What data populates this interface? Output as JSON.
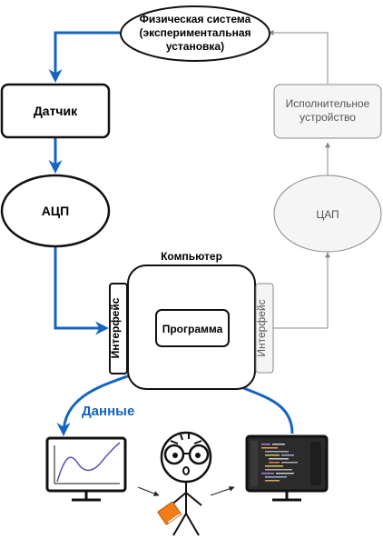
{
  "nodes": {
    "physical_system": [
      "Физическая система",
      "(экспериментальная",
      "установка)"
    ],
    "sensor": "Датчик",
    "adc": "АЦП",
    "computer": "Компьютер",
    "interface_left": "Интерфейс",
    "program": "Программа",
    "interface_right": "Интерфейс",
    "dac": "ЦАП",
    "actuator": [
      "Исполнительное",
      "устройство"
    ]
  },
  "labels": {
    "data": "Данные"
  },
  "colors": {
    "flow_blue": "#1565c0",
    "inactive_gray": "#888888",
    "inactive_fill": "#f5f5f5",
    "inactive_text": "#555555",
    "monitor_screen_dark": "#2b2b2b",
    "plot_line": "#5b4fb0",
    "book": "#ef7d1a"
  }
}
